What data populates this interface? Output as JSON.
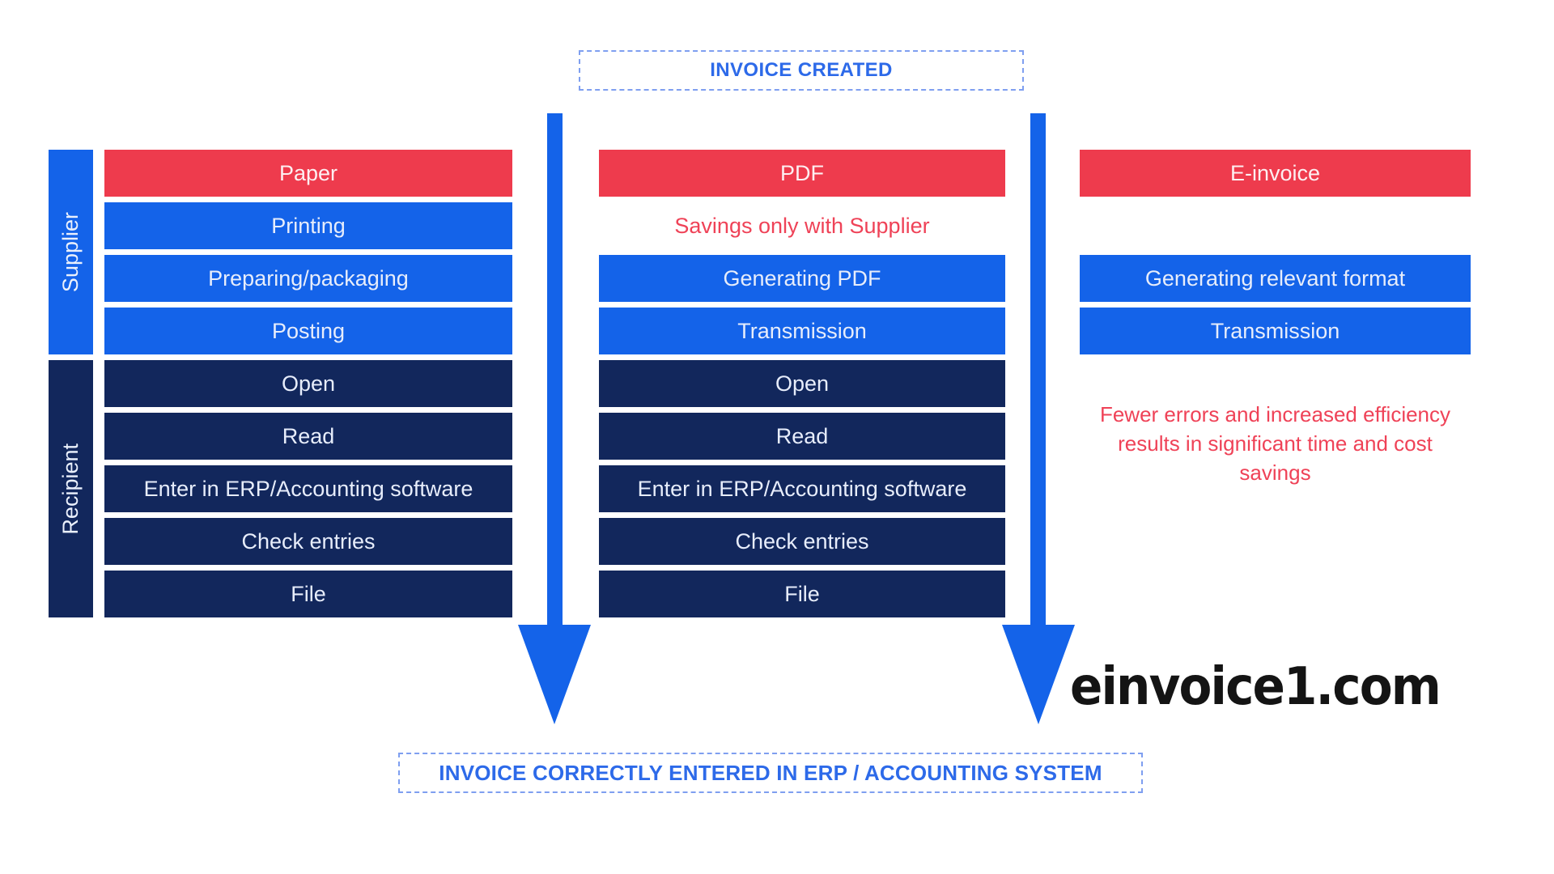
{
  "diagram": {
    "top_label": "INVOICE CREATED",
    "bottom_label": "INVOICE CORRECTLY ENTERED IN ERP / ACCOUNTING SYSTEM",
    "watermark": "einvoice1.com",
    "side_labels": {
      "supplier": "Supplier",
      "recipient": "Recipient"
    },
    "columns": [
      {
        "title": "Paper",
        "supplier_steps": [
          "Printing",
          "Preparing/packaging",
          "Posting"
        ],
        "recipient_steps": [
          "Open",
          "Read",
          "Enter in ERP/Accounting software",
          "Check entries",
          "File"
        ]
      },
      {
        "title": "PDF",
        "note": "Savings only with Supplier",
        "supplier_steps": [
          "Generating PDF",
          "Transmission"
        ],
        "recipient_steps": [
          "Open",
          "Read",
          "Enter in ERP/Accounting software",
          "Check entries",
          "File"
        ]
      },
      {
        "title": "E-invoice",
        "supplier_steps": [
          "Generating relevant format",
          "Transmission"
        ],
        "note": "Fewer errors and increased efficiency results in significant time and cost savings"
      }
    ],
    "colors": {
      "header_red": "#ee3b4d",
      "step_blue": "#1463e9",
      "step_navy": "#12275c",
      "note_red": "#ef4257",
      "label_blue": "#2d6ae9",
      "arrow_blue": "#1463e9"
    }
  }
}
